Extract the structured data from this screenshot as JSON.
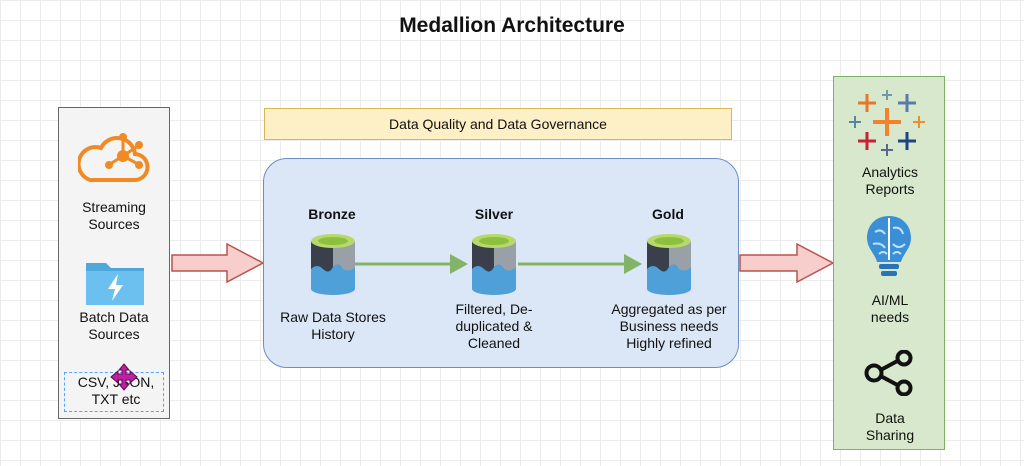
{
  "title": "Medallion Architecture",
  "quality_label": "Data Quality and Data Governance",
  "sources": {
    "streaming": "Streaming Sources",
    "batch": "Batch Data Sources",
    "formats": "CSV, JSON, TXT etc"
  },
  "stages": [
    {
      "name": "Bronze",
      "desc": "Raw Data Stores History"
    },
    {
      "name": "Silver",
      "desc": "Filtered, De-duplicated & Cleaned"
    },
    {
      "name": "Gold",
      "desc": "Aggregated as per Business needs Highly refined"
    }
  ],
  "consumers": {
    "analytics": "Analytics Reports",
    "aiml": "AI/ML needs",
    "sharing": "Data Sharing"
  },
  "colors": {
    "source_panel": "#f4f4f4",
    "consumer_panel": "#d7e8cc",
    "quality_fill": "#fdefc6",
    "main_fill": "#dbe7f6",
    "flow_arrow": "#82b366",
    "big_arrow": "#f8cecc",
    "cloud_icon": "#f08a24",
    "folder_icon": "#4fa8dc"
  },
  "icons": [
    "cloud-hub-icon",
    "folder-lightning-icon",
    "tableau-icon",
    "brain-bulb-icon",
    "share-icon",
    "database-icon"
  ]
}
